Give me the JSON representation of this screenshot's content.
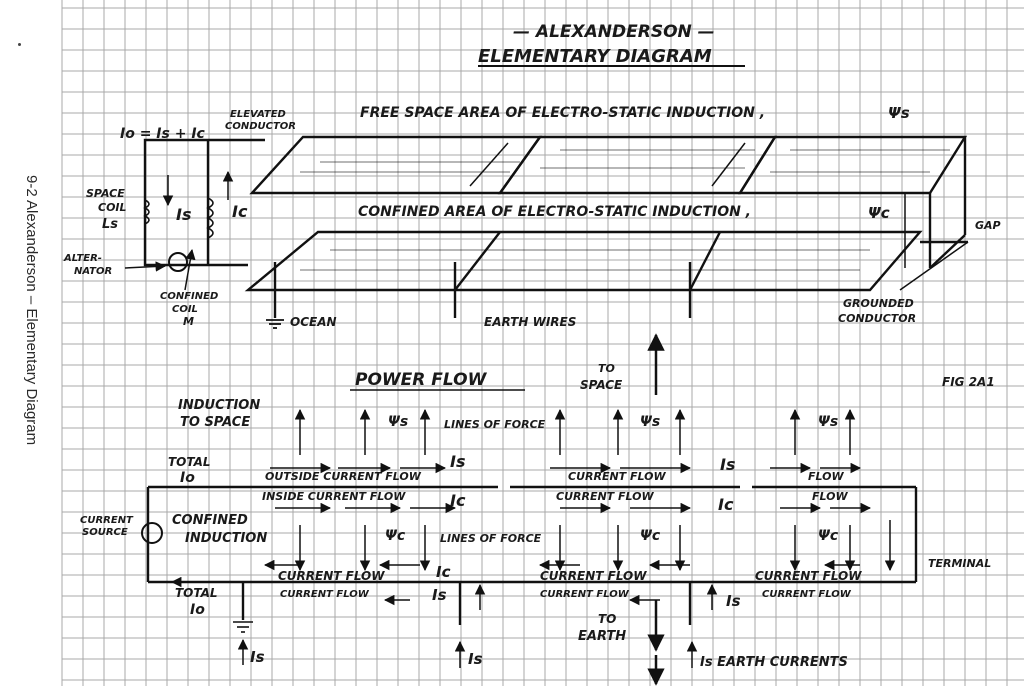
{
  "side_caption": "9-2   Alexanderson – Elementary Diagram",
  "title_line1": "— ALEXANDERSON —",
  "title_line2": "ELEMENTARY DIAGRAM",
  "upper": {
    "free_space": "FREE SPACE AREA OF ELECTRO-STATIC INDUCTION ,",
    "psi_s": "Ψs",
    "confined": "CONFINED AREA OF ELECTRO-STATIC INDUCTION ,",
    "psi_c": "Ψc",
    "equation": "Io = Is + Ic",
    "elevated": "ELEVATED",
    "conductor": "CONDUCTOR",
    "space_coil": "SPACE",
    "coil": "COIL",
    "ls": "Ls",
    "is_label": "Is",
    "ic_label": "Ic",
    "alter": "ALTER-",
    "nator": "NATOR",
    "confined_coil_1": "CONFINED",
    "confined_coil_2": "COIL",
    "confined_coil_3": "M",
    "ocean": "OCEAN",
    "earth_wires": "EARTH WIRES",
    "gap": "GAP",
    "grounded_1": "GROUNDED",
    "grounded_2": "CONDUCTOR",
    "fig": "FIG 2A1"
  },
  "lower": {
    "power_flow": "POWER FLOW",
    "to_space_1": "TO",
    "to_space_2": "SPACE",
    "induction_1": "INDUCTION",
    "induction_2": "TO SPACE",
    "lines_force_top": "LINES OF FORCE",
    "total_top_1": "TOTAL",
    "total_top_2": "Io",
    "outside_flow": "OUTSIDE CURRENT FLOW",
    "inside_flow": "INSIDE CURRENT FLOW",
    "current_flow": "CURRENT FLOW",
    "flow": "FLOW",
    "is": "Is",
    "ic": "Ic",
    "current_source_1": "CURRENT",
    "current_source_2": "SOURCE",
    "confined_ind_1": "CONFINED",
    "confined_ind_2": "INDUCTION",
    "lines_force_bottom": "LINES OF FORCE",
    "psi_c": "Ψc",
    "psi_s": "Ψs",
    "terminal": "TERMINAL",
    "total_bottom_1": "TOTAL",
    "total_bottom_2": "Io",
    "current_flow_upper": "CURRENT FLOW",
    "to_earth_1": "TO",
    "to_earth_2": "EARTH",
    "earth_currents": "Is  EARTH CURRENTS"
  }
}
